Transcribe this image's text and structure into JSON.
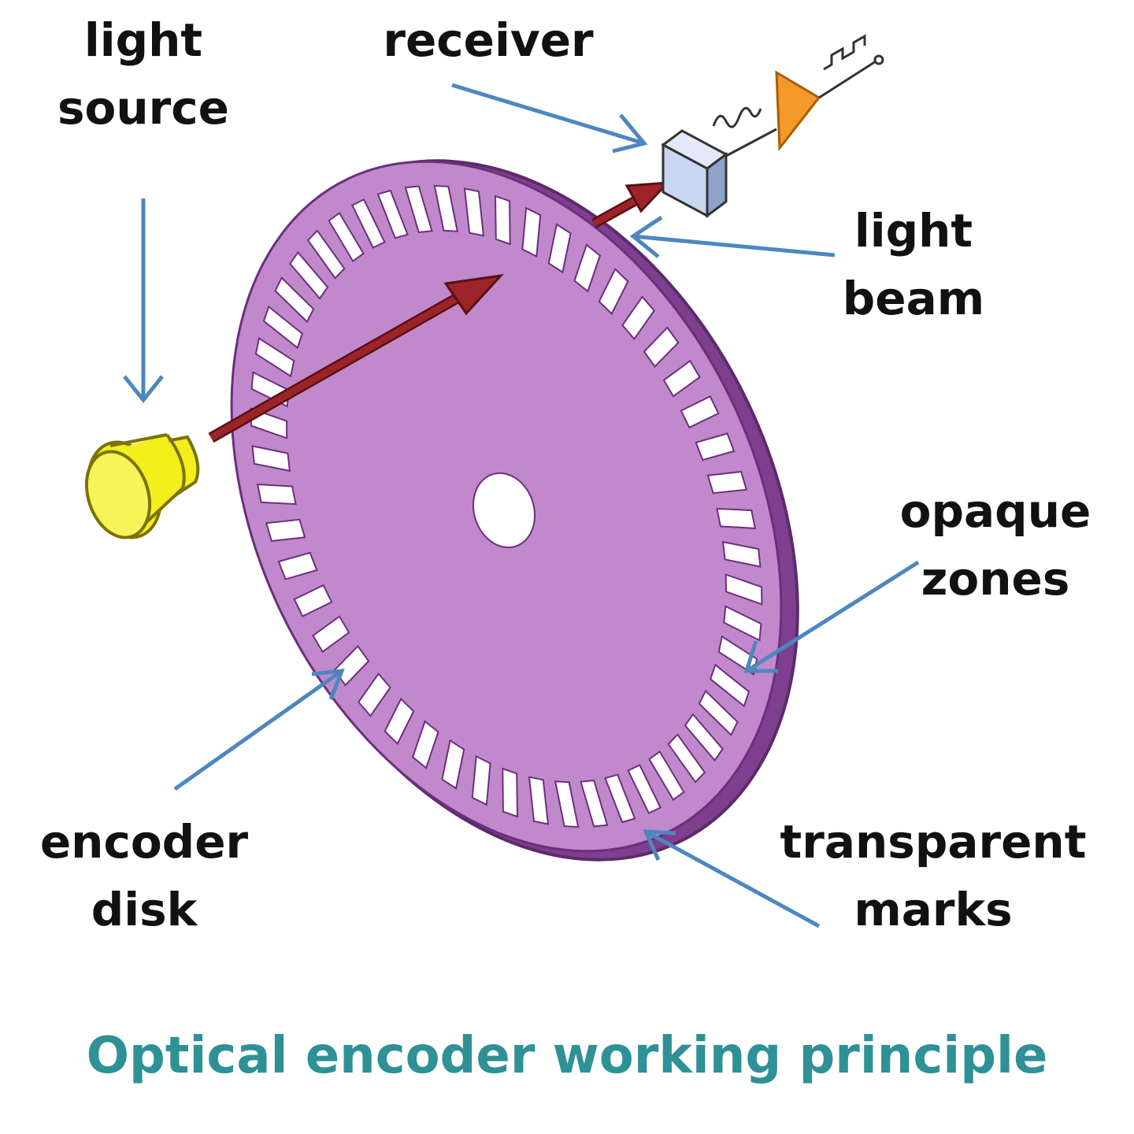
{
  "labels": {
    "light_source": [
      "light",
      "source"
    ],
    "receiver": [
      "receiver"
    ],
    "light_beam": [
      "light",
      "beam"
    ],
    "opaque_zones": [
      "opaque",
      "zones"
    ],
    "encoder_disk": [
      "encoder",
      "disk"
    ],
    "transparent_marks": [
      "transparent",
      "marks"
    ]
  },
  "caption": "Optical encoder working principle",
  "colors": {
    "disk_face": "#c189cc",
    "disk_edge": "#7f3f8f",
    "disk_outline": "#5d2a6b",
    "slot": "#ffffff",
    "light_source": "#f4ee1c",
    "beam_arrow": "#8b1f22",
    "pointer_arrow": "#4d87bf",
    "receiver": "#c9d6f2",
    "amplifier": "#f39a2a",
    "caption": "#2e9196"
  },
  "disk": {
    "transparent_mark_count": 52
  },
  "icons": [
    "light-source-icon",
    "receiver-icon",
    "amplifier-icon",
    "signal-wave-icon",
    "light-beam-arrow"
  ]
}
